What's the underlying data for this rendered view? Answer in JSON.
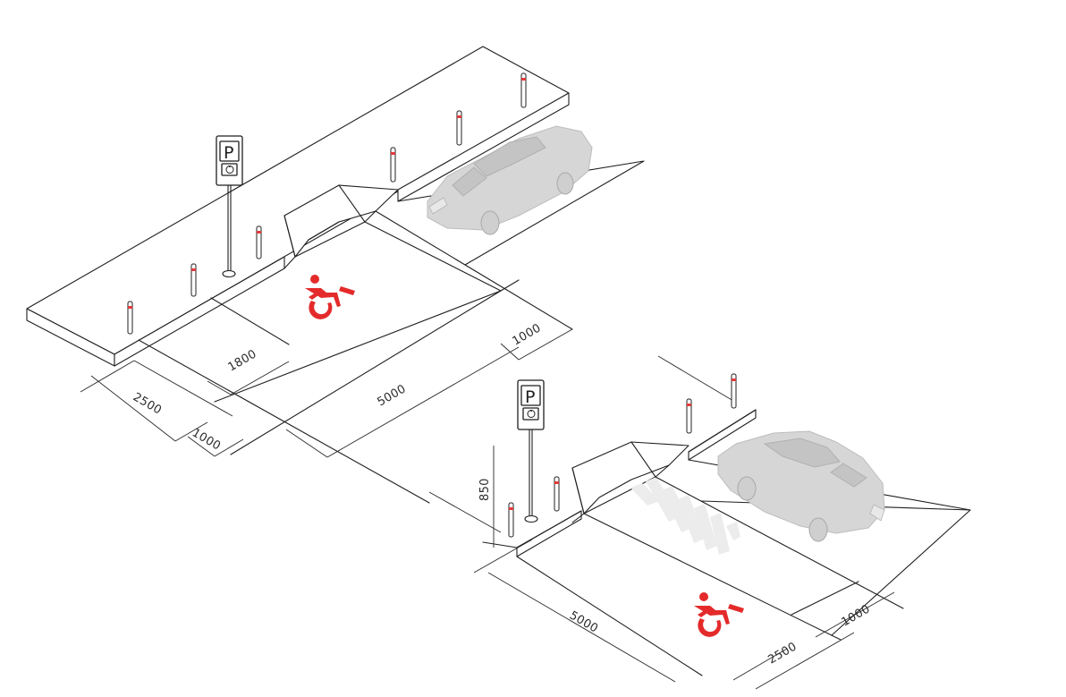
{
  "diagram": {
    "colors": {
      "line": "#1f1f1f",
      "accessible_symbol": "#e42a2a",
      "bollard_band": "#e23b3b",
      "car": "#d6d6d6",
      "hatching": "#ececec"
    },
    "icons": [
      "parking-sign-icon",
      "wheelchair-icon",
      "car-icon",
      "bollard-icon"
    ],
    "top_layout": {
      "sign_letter": "P",
      "dimensions": {
        "curb_ramp_length": "1800",
        "bay_width": "2500",
        "access_aisle": "1000",
        "bay_length": "5000",
        "ramp_depth": "1000"
      }
    },
    "bottom_layout": {
      "sign_letter": "P",
      "dimensions": {
        "sign_height": "850",
        "bay_length": "5000",
        "bay_width": "2500",
        "access_aisle": "1000"
      }
    }
  }
}
